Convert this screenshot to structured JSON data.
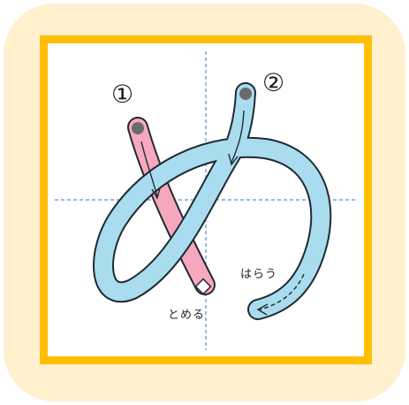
{
  "stroke_numbers": [
    "①",
    "②"
  ],
  "labels": {
    "tome": "とめる",
    "harau": "はらう"
  },
  "colors": {
    "card_background": "#FFF0CE",
    "frame_border": "#FFBE00",
    "guide_line": "#5A8FC8",
    "stroke_1_fill": "#F7A8BE",
    "stroke_2_fill": "#A8DCEE",
    "outline": "#1f2a33",
    "start_dot": "#6b6b6b"
  }
}
